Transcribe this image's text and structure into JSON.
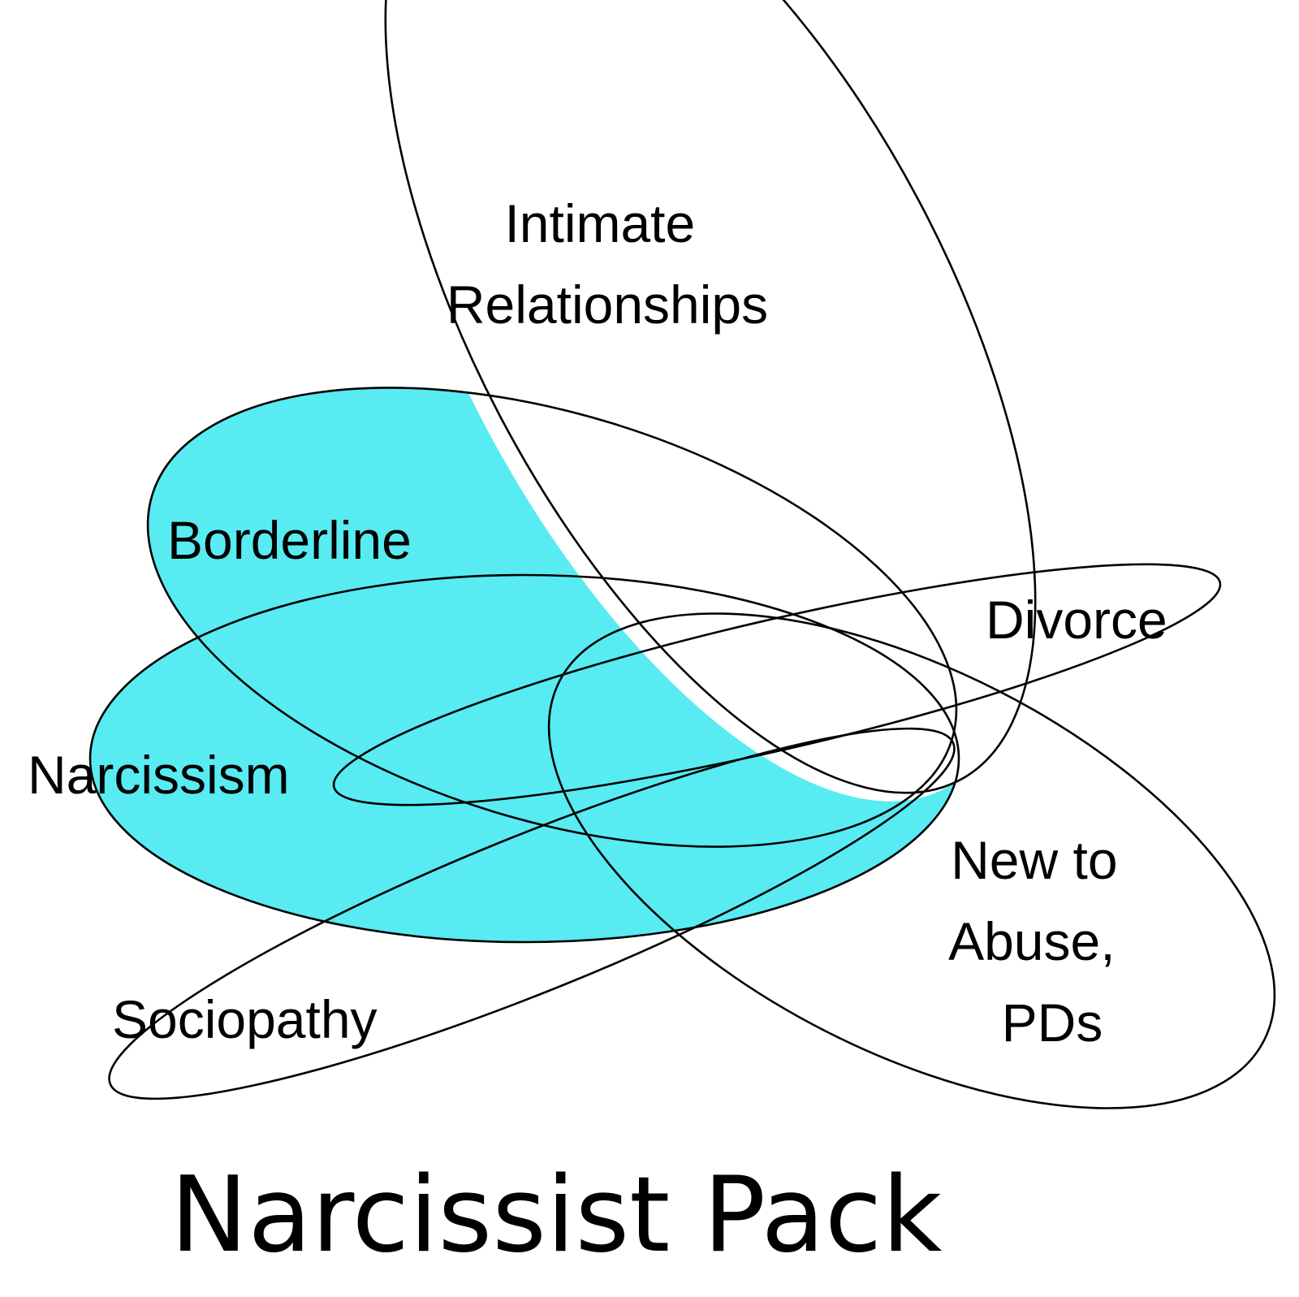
{
  "diagram": {
    "highlight_color": "#58ebf2",
    "outline_color": "#000000",
    "highlighted_sets": [
      "Borderline",
      "Narcissism"
    ],
    "sets": {
      "intimate": {
        "label_lines": [
          "Intimate",
          "Relationships"
        ]
      },
      "borderline": {
        "label": "Borderline"
      },
      "divorce": {
        "label": "Divorce"
      },
      "narcissism": {
        "label": "Narcissism"
      },
      "sociopathy": {
        "label": "Sociopathy"
      },
      "new_to_abuse": {
        "label_lines": [
          "New to",
          "Abuse,",
          "PDs"
        ]
      }
    },
    "title": "Narcissist Pack"
  }
}
